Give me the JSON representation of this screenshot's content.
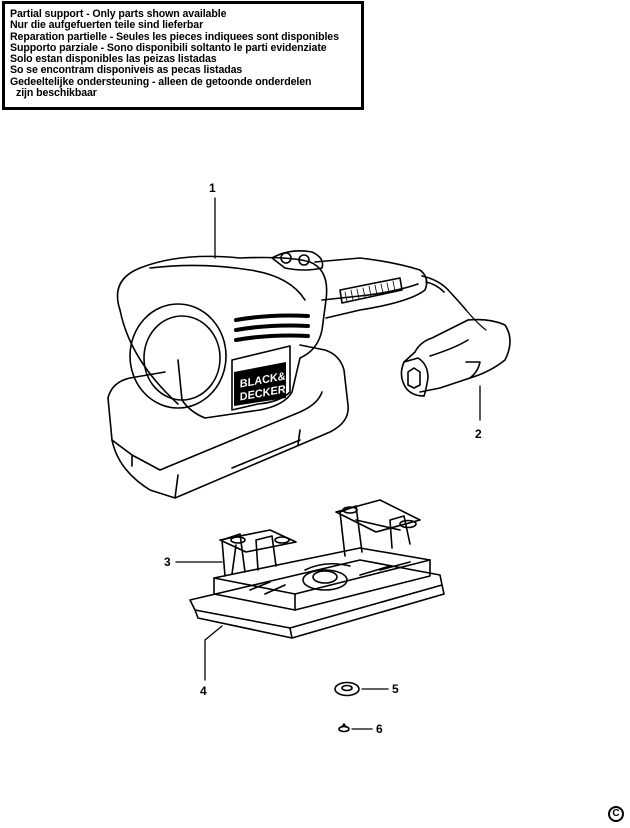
{
  "notice": {
    "lines": [
      "Partial support - Only parts shown available",
      "Nur die aufgefuerten teile sind lieferbar",
      "Reparation partielle - Seules les pieces indiquees sont disponibles",
      "Supporto parziale - Sono disponibili soltanto le parti evidenziate",
      "Solo estan disponibles las peizas listadas",
      "So se encontram disponiveis as pecas listadas",
      "Gedeeltelijke ondersteuning - alleen de getoonde onderdelen",
      "zijn beschikbaar"
    ]
  },
  "brand": {
    "line1": "BLACK&",
    "line2": "DECKER"
  },
  "callouts": [
    "1",
    "2",
    "3",
    "4",
    "5",
    "6"
  ],
  "copyright": "C"
}
